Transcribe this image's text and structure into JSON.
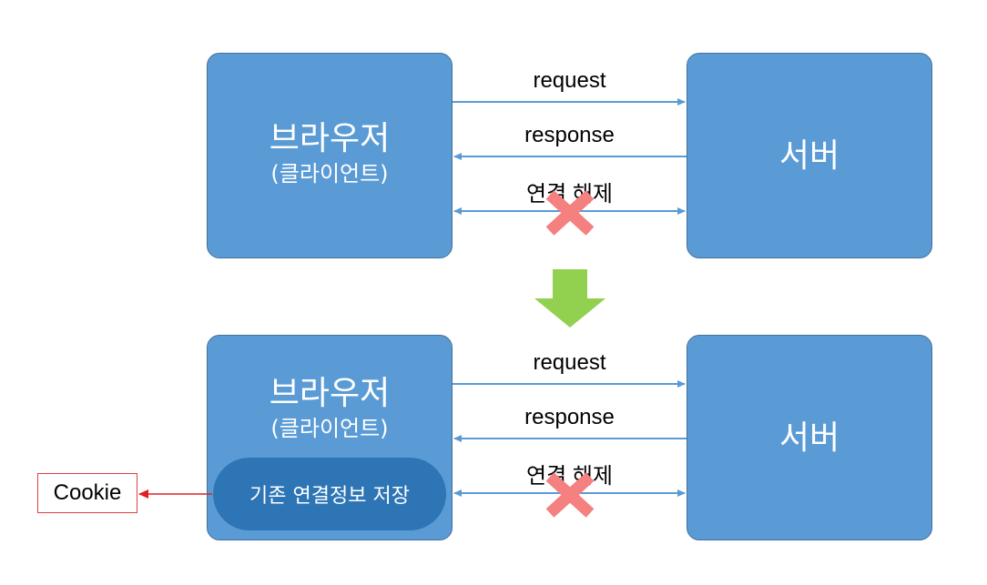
{
  "top": {
    "client_title": "브라우저",
    "client_subtitle": "(클라이언트)",
    "server_title": "서버",
    "request_label": "request",
    "response_label": "response",
    "disconnect_label": "연결 해제"
  },
  "bottom": {
    "client_title": "브라우저",
    "client_subtitle": "(클라이언트)",
    "server_title": "서버",
    "request_label": "request",
    "response_label": "response",
    "disconnect_label": "연결 해제",
    "storage_label": "기존 연결정보 저장"
  },
  "cookie_label": "Cookie",
  "colors": {
    "box_fill": "#5b9bd5",
    "pill_fill": "#2e75b6",
    "arrow_line": "#5b9bd5",
    "cross": "#f48080",
    "down_arrow": "#92d050",
    "cookie_arrow": "#e02020"
  }
}
